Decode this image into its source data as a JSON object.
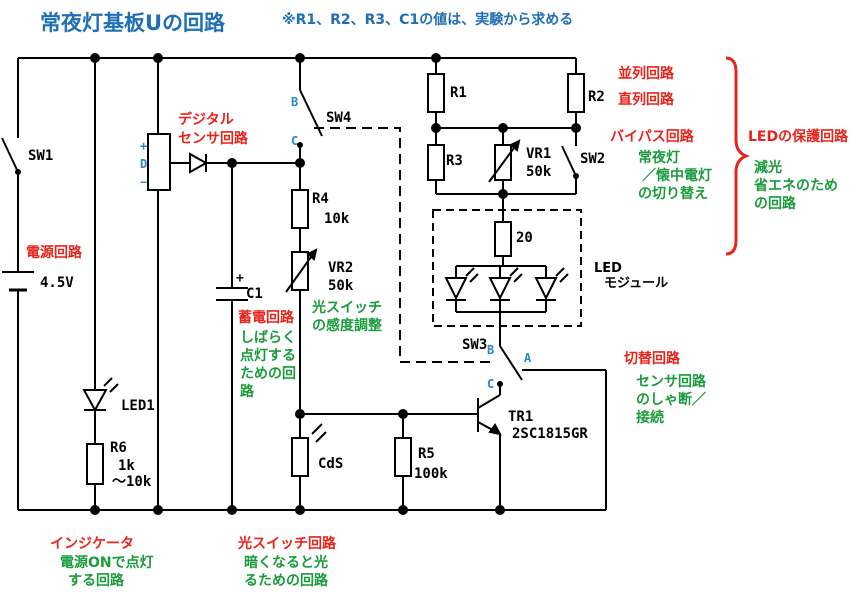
{
  "title": "常夜灯基板Uの回路",
  "note": "※R1、R2、R3、C1の値は、実験から求める",
  "colors": {
    "title": "#1f6fb5",
    "red": "#e8231b",
    "green": "#1a9b3c",
    "blue": "#2a86c8",
    "wire": "#000000"
  },
  "components": {
    "sw1": "SW1",
    "battery": "4.5V",
    "led1": "LED1",
    "r6_name": "R6",
    "r6_value_1": "1k",
    "r6_value_2": "～10k",
    "sensor_plus": "+",
    "sensor_d": "D",
    "sensor_minus": "−",
    "c1_plus": "+",
    "c1": "C1",
    "r4": "R4",
    "r4_value": "10k",
    "vr2": "VR2",
    "vr2_value": "50k",
    "cds": "CdS",
    "r5": "R5",
    "r5_value": "100k",
    "sw4": "SW4",
    "sw4_b": "B",
    "sw4_c": "C",
    "r1": "R1",
    "r2": "R2",
    "r3": "R3",
    "vr1": "VR1",
    "vr1_value": "50k",
    "sw2": "SW2",
    "r20": "20",
    "led_module_1": "LED",
    "led_module_2": "モジュール",
    "sw3": "SW3",
    "sw3_b": "B",
    "sw3_a": "A",
    "sw3_c": "C",
    "tr1": "TR1",
    "tr1_part": "2SC1815GR"
  },
  "labels": {
    "power_circuit": "電源回路",
    "digital_sensor_1": "デジタル",
    "digital_sensor_2": "センサ回路",
    "storage": "蓄電回路",
    "storage_desc": [
      "しばらく",
      "点灯する",
      "ための回",
      "路"
    ],
    "sensitivity_1": "光スイッチ",
    "sensitivity_2": "の感度調整",
    "parallel": "並列回路",
    "series": "直列回路",
    "bypass": "バイパス回路",
    "bypass_desc": [
      "常夜灯",
      "／懐中電灯",
      "の切り替え"
    ],
    "led_protection": "LEDの保護回路",
    "led_protection_desc": [
      "減光",
      "省エネのため",
      "の回路"
    ],
    "switching": "切替回路",
    "switching_desc": [
      "センサ回路",
      "のしゃ断／",
      "接続"
    ],
    "indicator": "インジケータ",
    "indicator_desc": [
      "電源ONで点灯",
      "する回路"
    ],
    "light_switch": "光スイッチ回路",
    "light_switch_desc": [
      "暗くなると光",
      "るための回路"
    ]
  }
}
